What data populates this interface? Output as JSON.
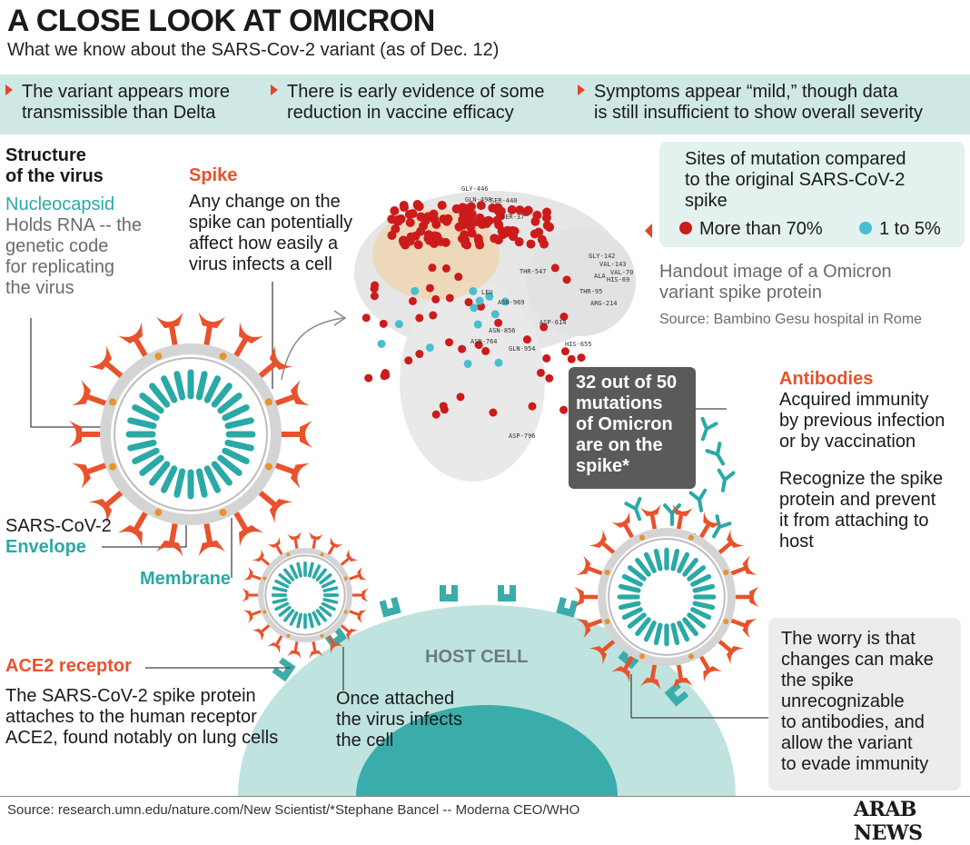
{
  "title": "A CLOSE LOOK AT OMICRON",
  "subtitle": "What we know about the SARS-Cov-2 variant (as of Dec. 12)",
  "bullets": [
    {
      "line1": "The variant appears more",
      "line2": "transmissible than Delta"
    },
    {
      "line1": "There is early evidence of some",
      "line2": "reduction in vaccine efficacy"
    },
    {
      "line1": "Symptoms appear “mild,” though data",
      "line2": "is still insufficient to show overall severity"
    }
  ],
  "structure": {
    "line1": "Structure",
    "line2": "of the virus"
  },
  "nucleocapsid": {
    "heading": "Nucleocapsid",
    "lines": [
      "Holds RNA -- the",
      "genetic code",
      "for replicating",
      "the virus"
    ]
  },
  "spike": {
    "heading": "Spike",
    "lines": [
      "Any change on the",
      "spike can potentially",
      "affect how easily a",
      "virus infects a cell"
    ]
  },
  "legend": {
    "lines": [
      "Sites of mutation compared",
      "to the original SARS-CoV-2",
      "spike"
    ],
    "more": "More than 70%",
    "less": "1 to 5%",
    "red_color": "#cc1b1b",
    "teal_color": "#47bfcf"
  },
  "handout": {
    "lines": [
      "Handout image of a Omicron",
      "variant spike protein"
    ],
    "source": "Source: Bambino Gesu hospital in Rome"
  },
  "residues": [
    "GLY-446",
    "GLN-498",
    "SER-440",
    "SER-37",
    "GLY-142",
    "VAL-143",
    "VAL-70",
    "ALA",
    "HIS-69",
    "THR-547",
    "THR-95",
    "ARG-214",
    "ASN-969",
    "ASP-614",
    "ASN-856",
    "ASN-764",
    "GLN-954",
    "HIS-655",
    "ASP-796",
    "LEU"
  ],
  "mutations_box": {
    "lines": [
      "32 out of 50",
      "mutations",
      "of Omicron",
      "are on the",
      "spike*"
    ]
  },
  "antibodies": {
    "heading": "Antibodies",
    "lines": [
      "Acquired immunity",
      "by previous infection",
      "or by vaccination"
    ],
    "lines2": [
      "Recognize the spike",
      "protein and prevent",
      "it from attaching to",
      "host"
    ]
  },
  "labels": {
    "sars": "SARS-CoV-2",
    "envelope": "Envelope",
    "membrane": "Membrane",
    "host_cell": "HOST CELL"
  },
  "ace2": {
    "heading": "ACE2 receptor",
    "lines": [
      "The SARS-CoV-2 spike protein",
      "attaches to the human receptor",
      "ACE2, found notably on lung cells"
    ]
  },
  "attached": {
    "lines": [
      "Once attached",
      "the virus infects",
      "the cell"
    ]
  },
  "worry": {
    "lines": [
      "The worry is that",
      "changes can make",
      "the spike",
      "unrecognizable",
      "to antibodies, and",
      "allow the variant",
      "to evade immunity"
    ]
  },
  "footer": "Source: research.umn.edu/nature.com/New Scientist/*Stephane Bancel -- Moderna CEO/WHO",
  "brand": "ARAB NEWS",
  "colors": {
    "accent": "#e8522c",
    "teal": "#2aa9a6",
    "band": "#cfe8e6",
    "host": "#bfe3df",
    "nucleus": "#3aaca9"
  }
}
